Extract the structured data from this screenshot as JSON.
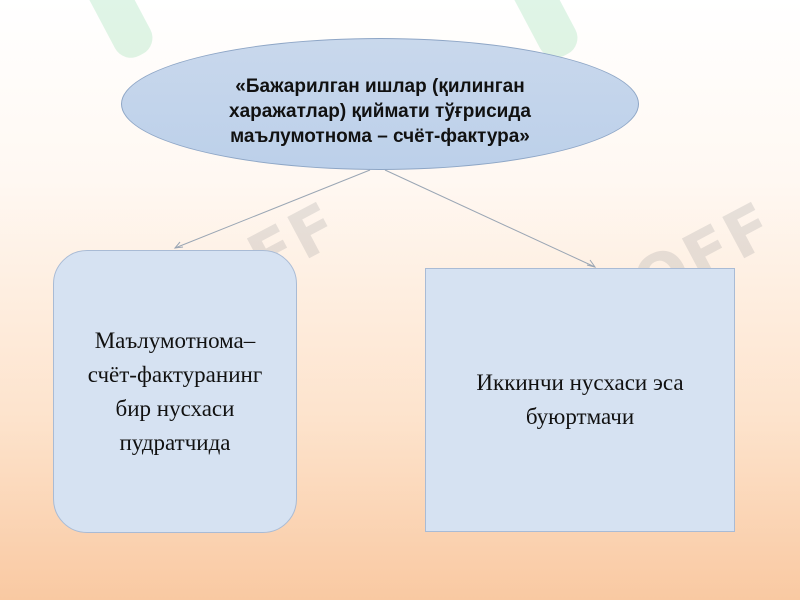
{
  "diagram": {
    "top_node": {
      "text": "«Бажарилган ишлар (қилинган харажатлар) қиймати тўғрисида маълумотнома – счёт-фактура»"
    },
    "left_node": {
      "text": "Маълумотнома– счёт-фактуранинг бир нусхаси пудратчида"
    },
    "right_node": {
      "text": "Иккинчи нусхаси эса буюртмачи"
    },
    "colors": {
      "node_fill": "#d6e2f2",
      "ellipse_fill": "#c4d5ec",
      "connector": "#9aa6b4"
    }
  },
  "watermark": {
    "text": "SOFF"
  }
}
